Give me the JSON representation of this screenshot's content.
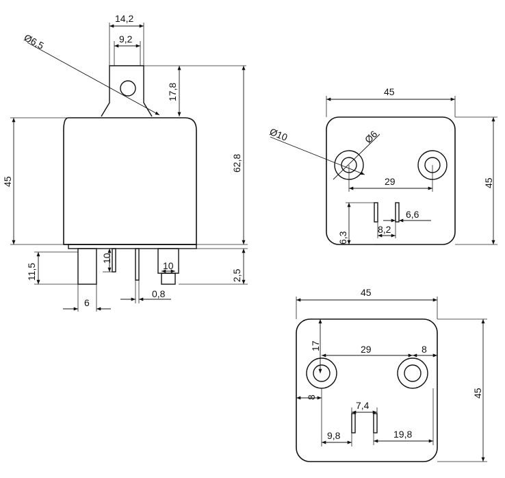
{
  "side_view": {
    "dim_tab_width": "14,2",
    "dim_tab_inner": "9,2",
    "dim_hole": "Ø6,5",
    "dim_tab_height": "17,8",
    "dim_total_height": "62,8",
    "dim_body_height": "45",
    "dim_pin_length": "11,5",
    "dim_pin_10_vertical": "10",
    "dim_pin_10_horizontal": "10",
    "dim_pin_offset": "2,5",
    "dim_pin_thickness": "0,8",
    "dim_pin_width": "6"
  },
  "top_view": {
    "dim_width": "45",
    "dim_height": "45",
    "dim_outer_hole": "Ø10",
    "dim_inner_hole": "Ø6",
    "dim_hole_spacing": "29",
    "dim_pin_length": "6,3",
    "dim_pin_spacing": "8,2",
    "dim_pin_width": "6,6"
  },
  "bottom_view": {
    "dim_width": "45",
    "dim_height": "45",
    "dim_hole_offset_top": "17",
    "dim_hole_spacing": "29",
    "dim_hole_offset_right": "8",
    "dim_hole_offset_left": "8",
    "dim_pin_spacing": "7,4",
    "dim_pin_left": "9,8",
    "dim_pin_right": "19,8"
  }
}
